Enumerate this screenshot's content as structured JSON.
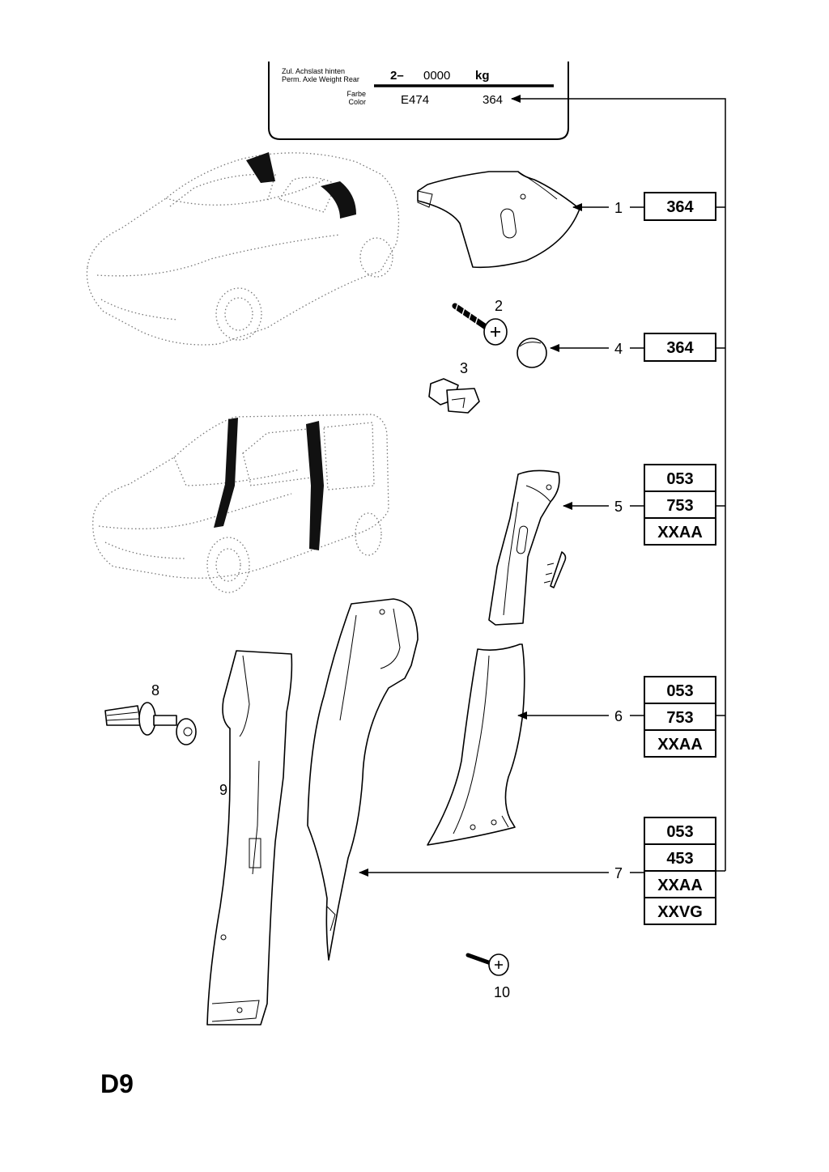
{
  "plate": {
    "rear_axle_de": "Zul. Achslast hinten",
    "rear_axle_en": "Perm. Axle Weight Rear",
    "axle_prefix": "2–",
    "axle_value": "0000",
    "axle_unit": "kg",
    "color_de": "Farbe",
    "color_en": "Color",
    "paint_code": "E474",
    "color_code": "364"
  },
  "callouts": {
    "c1": "1",
    "c2": "2",
    "c3": "3",
    "c4": "4",
    "c5": "5",
    "c6": "6",
    "c7": "7",
    "c8": "8",
    "c9": "9",
    "c10": "10"
  },
  "code_groups": {
    "part1": [
      "364"
    ],
    "part4": [
      "364"
    ],
    "part5": [
      "053",
      "753",
      "XXAA"
    ],
    "part6": [
      "053",
      "753",
      "XXAA"
    ],
    "part7": [
      "053",
      "453",
      "XXAA",
      "XXVG"
    ]
  },
  "page_id": "D9"
}
